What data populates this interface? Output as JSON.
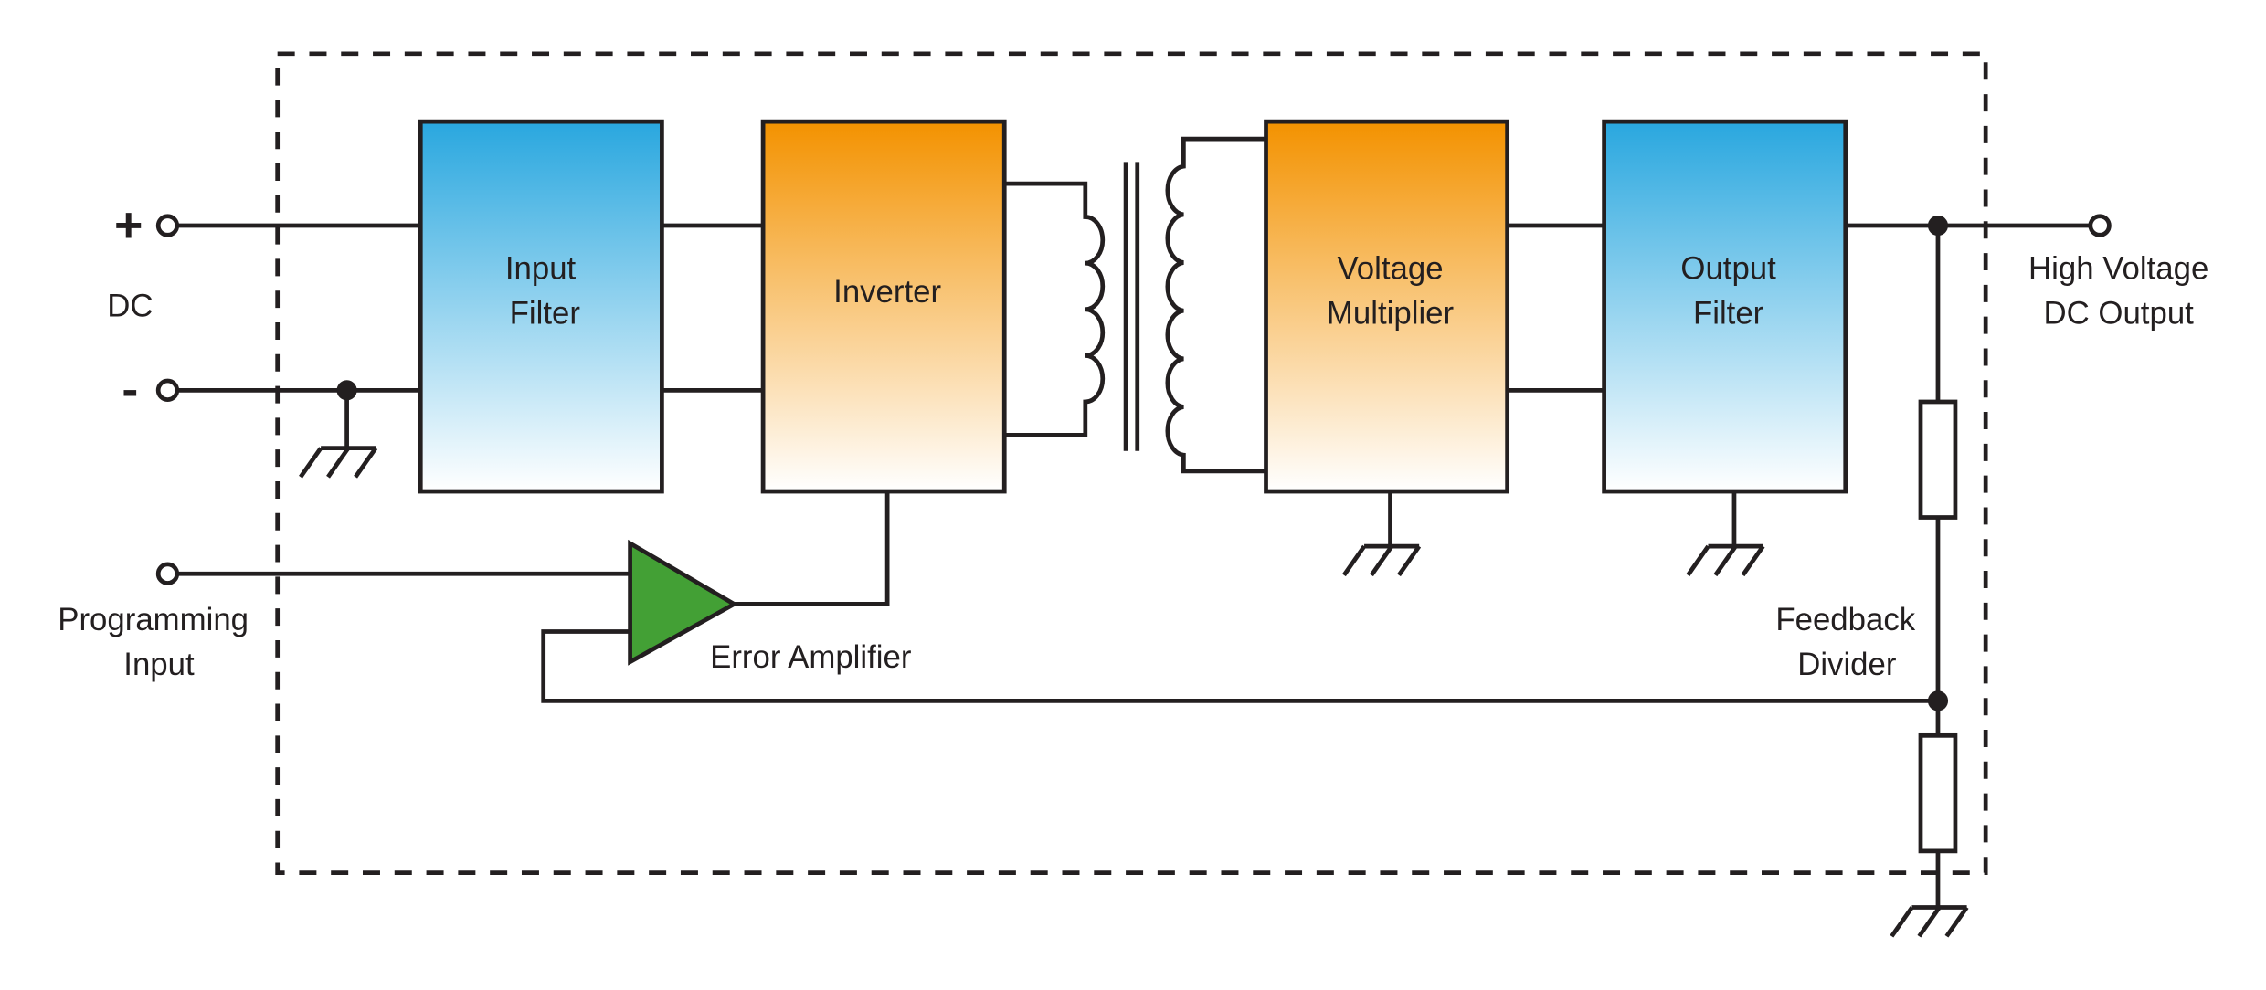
{
  "title": "",
  "colors": {
    "blue_top": "#29a7df",
    "blue_bottom": "#ffffff",
    "orange_top": "#f39200",
    "orange_bottom": "#ffffff",
    "amplifier": "#43a035",
    "line": "#231f20"
  },
  "terminals": {
    "plus": "+",
    "minus": "-",
    "dc": "DC",
    "programming": [
      "Programming",
      "Input"
    ],
    "output": [
      "High Voltage",
      "DC Output"
    ]
  },
  "blocks": {
    "input_filter": [
      "Input",
      "Filter"
    ],
    "inverter": [
      "Inverter"
    ],
    "voltage_multiplier": [
      "Voltage",
      "Multiplier"
    ],
    "output_filter": [
      "Output",
      "Filter"
    ]
  },
  "error_amplifier": "Error Amplifier",
  "feedback_divider": [
    "Feedback",
    "Divider"
  ]
}
